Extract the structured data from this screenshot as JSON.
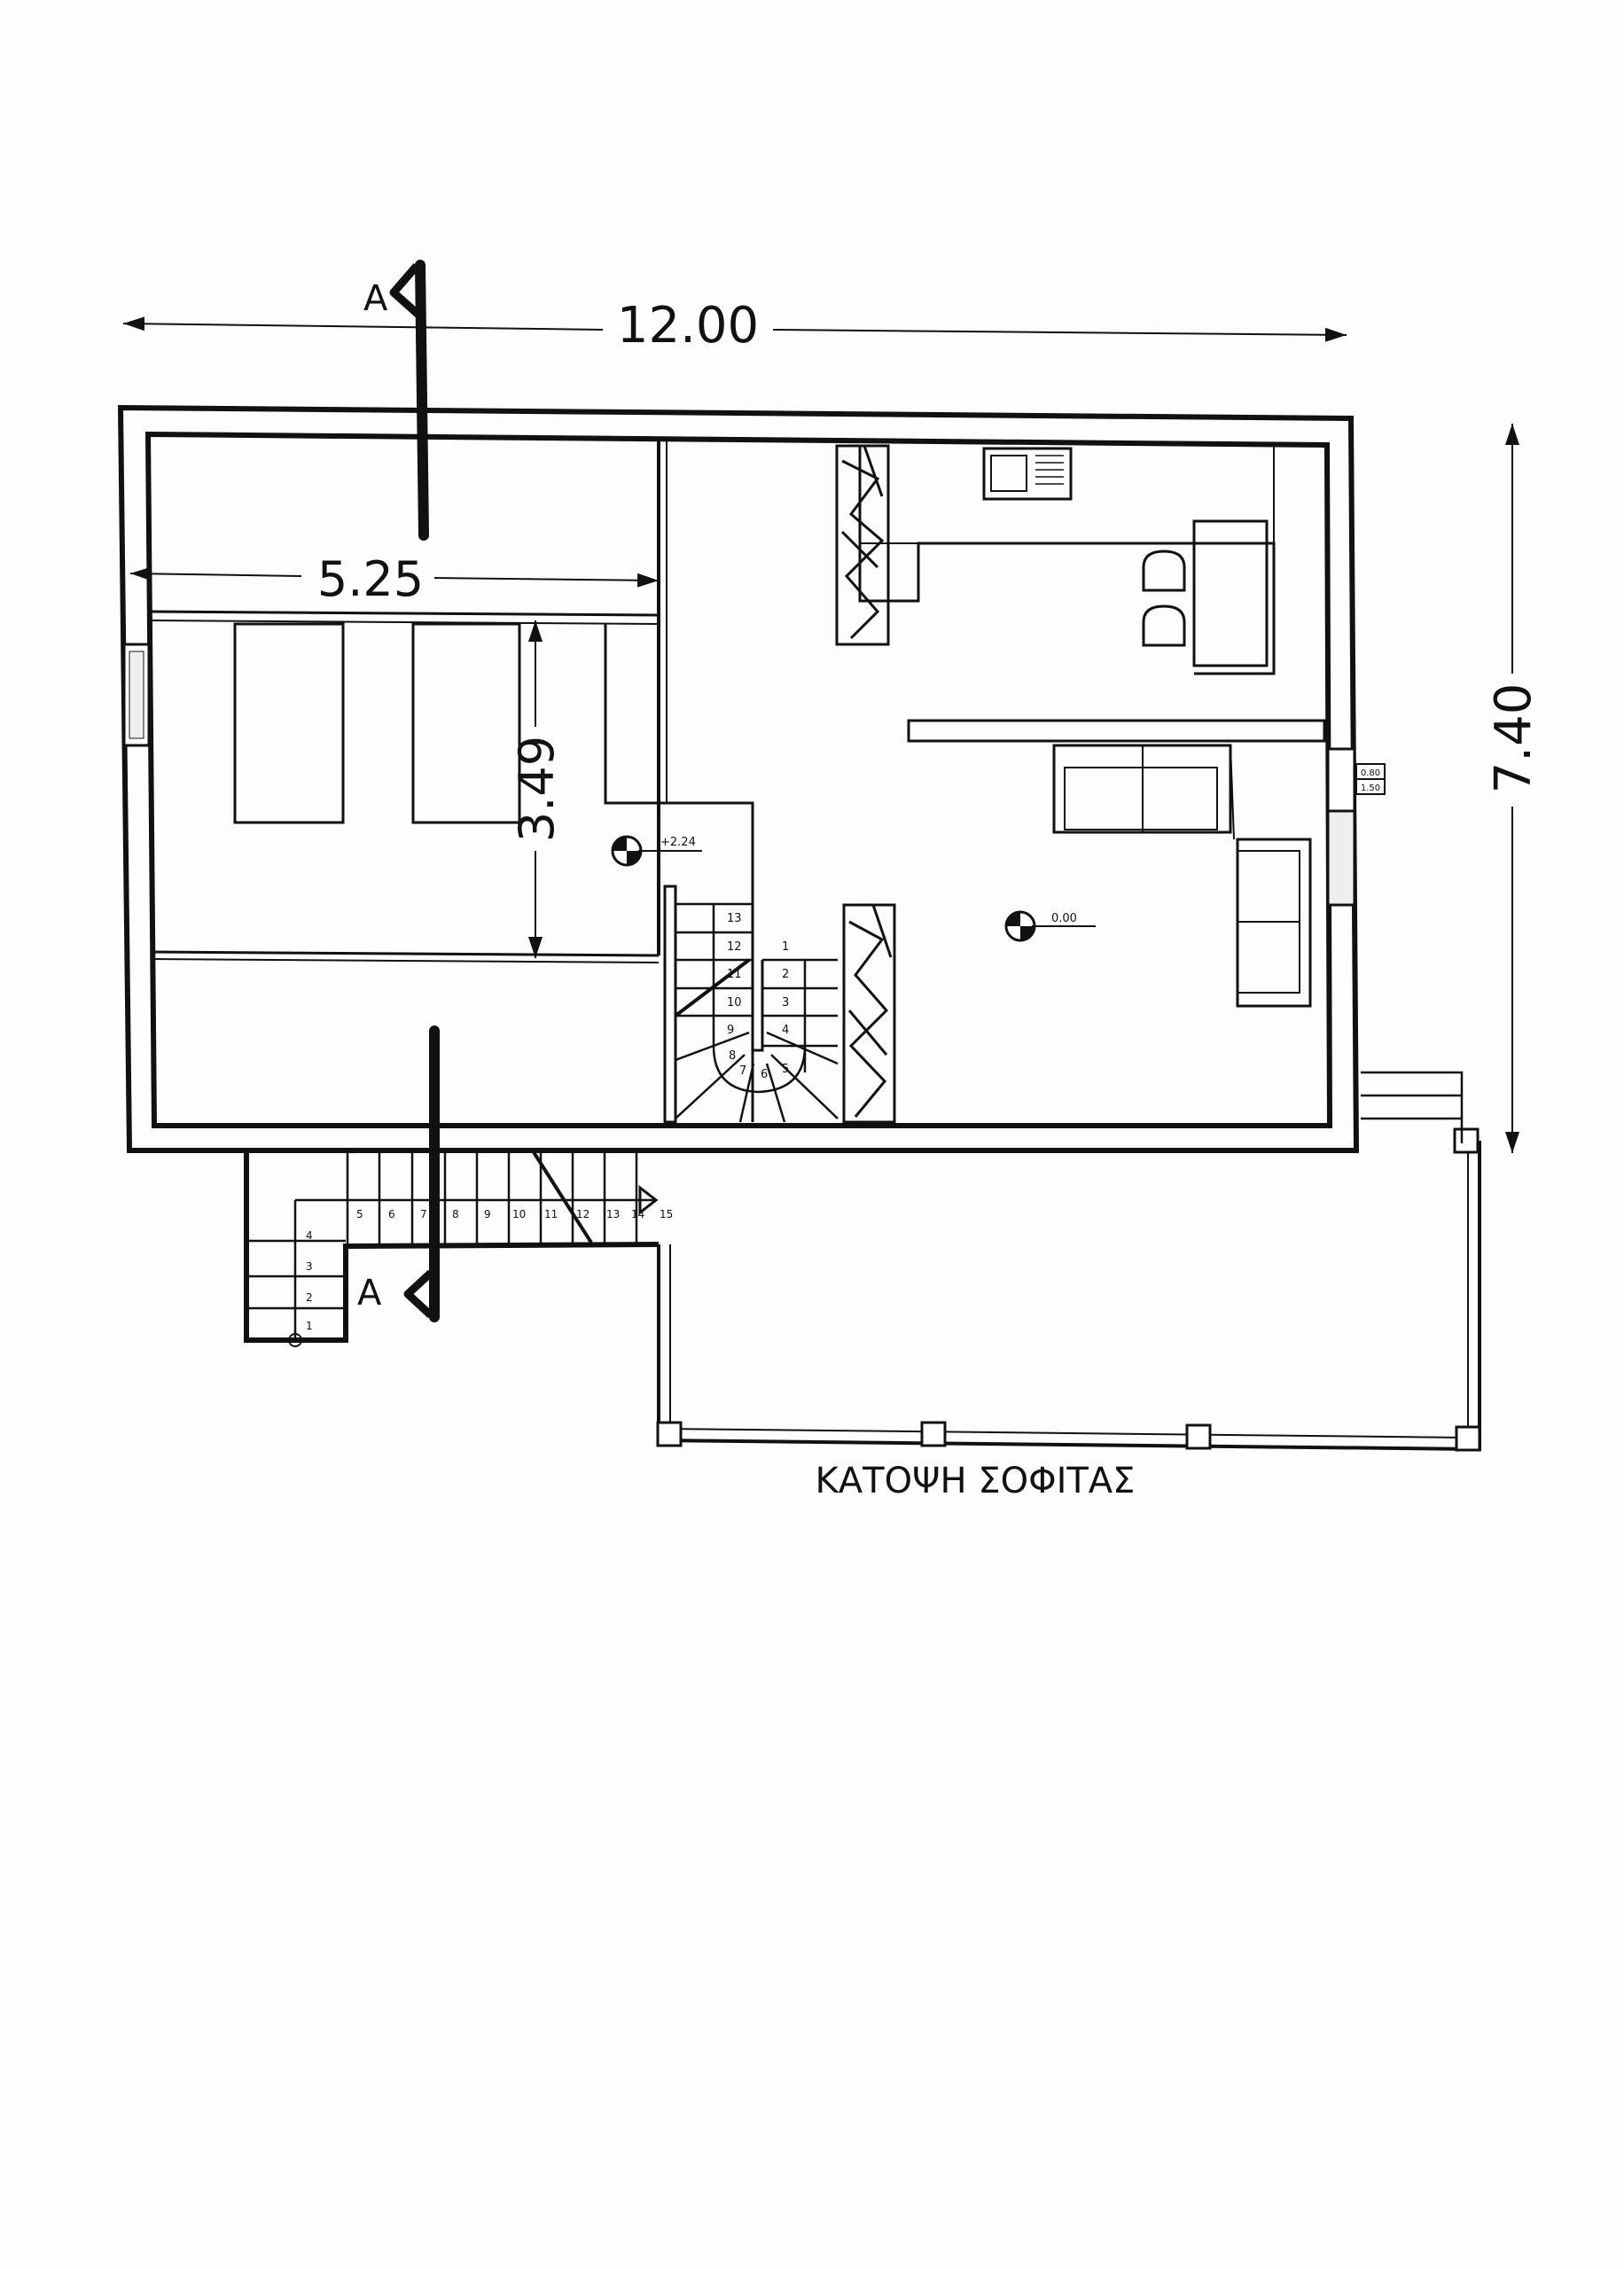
{
  "drawing": {
    "title": "ΚΑΤΟΨΗ ΣΟΦΙΤΑΣ",
    "dimensions": {
      "overall_width": "12.00",
      "overall_depth": "7.40",
      "room_width": "5.25",
      "room_depth": "3.49"
    },
    "section_marks": [
      {
        "label": "A"
      },
      {
        "label": "A"
      }
    ],
    "levels": [
      {
        "value": "+2.24"
      },
      {
        "value": "0.00"
      }
    ],
    "window_label": {
      "line1": "0.80",
      "line2": "1.50"
    },
    "outer_stair_steps": [
      "1",
      "2",
      "3",
      "4",
      "5",
      "6",
      "7",
      "8",
      "9",
      "10",
      "11",
      "12",
      "13",
      "14",
      "15"
    ],
    "inner_stair_steps_left": [
      "13",
      "12",
      "11",
      "10",
      "9",
      "8"
    ],
    "inner_stair_steps_right": [
      "1",
      "2",
      "3",
      "4",
      "5",
      "6",
      "7"
    ]
  },
  "colors": {
    "ink": "#111111",
    "paper": "#fdfdfd"
  }
}
